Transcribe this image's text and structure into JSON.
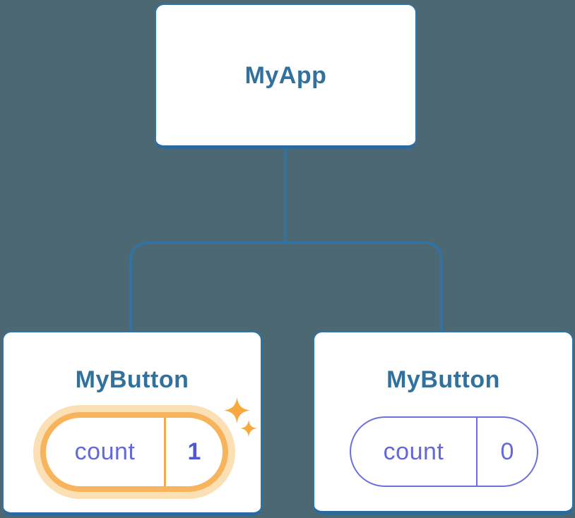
{
  "diagram": {
    "kind": "component-tree",
    "description": "React component tree showing MyApp root with two MyButton children holding independent count state"
  },
  "tree": {
    "root": {
      "label": "MyApp"
    },
    "children": [
      {
        "label": "MyButton",
        "state": {
          "name": "count",
          "value": "1"
        },
        "highlighted": true
      },
      {
        "label": "MyButton",
        "state": {
          "name": "count",
          "value": "0"
        },
        "highlighted": false
      }
    ]
  },
  "icons": {
    "highlight_large": "sparkle-icon",
    "highlight_small": "sparkle-icon-small"
  },
  "colors": {
    "background": "#4C6872",
    "card_background": "#FFFFFF",
    "card_border_blue": "#2F74A6",
    "connector_blue": "#2F74A6",
    "title_blue": "#31719E",
    "state_purple": "#6268DD",
    "state_value_purple": "#5157CF",
    "highlight_orange": "#F8B45C",
    "highlight_halo": "#FBE0B6",
    "sparkle_orange": "#F7A93D"
  }
}
